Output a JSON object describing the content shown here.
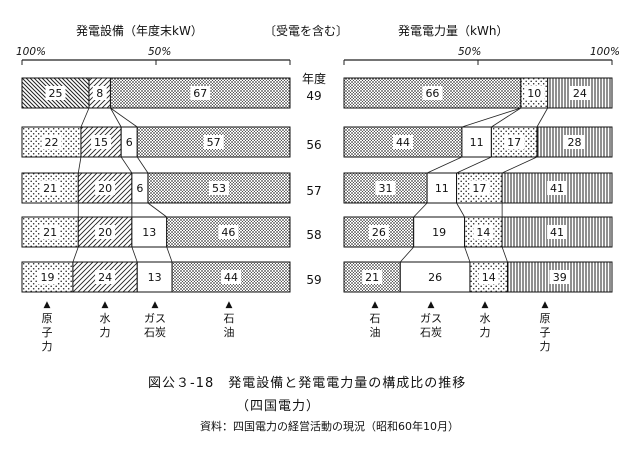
{
  "header": {
    "left_title": "発電設備（年度末kW）",
    "middle_note": "〔受電を含む〕",
    "right_title": "発電電力量（kWh）"
  },
  "years_header": "年度",
  "chart_data": {
    "type": "bar",
    "stacked": true,
    "orientation": "horizontal",
    "categories": [
      "49",
      "56",
      "57",
      "58",
      "59"
    ],
    "panels": [
      {
        "name": "発電設備（年度末kW）",
        "axis_ticks": [
          "100%",
          "50%"
        ],
        "series": [
          {
            "name": "原子力",
            "values": [
              25,
              22,
              21,
              21,
              19
            ]
          },
          {
            "name": "水力",
            "values": [
              8,
              15,
              20,
              20,
              24
            ]
          },
          {
            "name": "ガス石炭",
            "values": [
              null,
              6,
              6,
              13,
              13
            ]
          },
          {
            "name": "石油",
            "values": [
              67,
              57,
              53,
              46,
              44
            ]
          }
        ]
      },
      {
        "name": "発電電力量（kWh）",
        "axis_ticks": [
          "50%",
          "100%"
        ],
        "series": [
          {
            "name": "石油",
            "values": [
              66,
              44,
              31,
              26,
              21
            ]
          },
          {
            "name": "ガス石炭",
            "values": [
              null,
              11,
              11,
              19,
              26
            ]
          },
          {
            "name": "水力",
            "values": [
              10,
              17,
              17,
              14,
              14
            ]
          },
          {
            "name": "原子力",
            "values": [
              24,
              28,
              41,
              41,
              39
            ]
          }
        ]
      }
    ]
  },
  "legend": {
    "left": [
      {
        "label": "原子力"
      },
      {
        "label": "水力"
      },
      {
        "label": "ガス石炭"
      },
      {
        "label": "石油"
      }
    ],
    "right": [
      {
        "label": "石油"
      },
      {
        "label": "ガス石炭"
      },
      {
        "label": "水力"
      },
      {
        "label": "原子力"
      }
    ]
  },
  "caption": {
    "figure": "図公３-18　発電設備と発電電力量の構成比の推移",
    "sub": "（四国電力）",
    "source": "資料：四国電力の経営活動の現況（昭和60年10月）"
  }
}
